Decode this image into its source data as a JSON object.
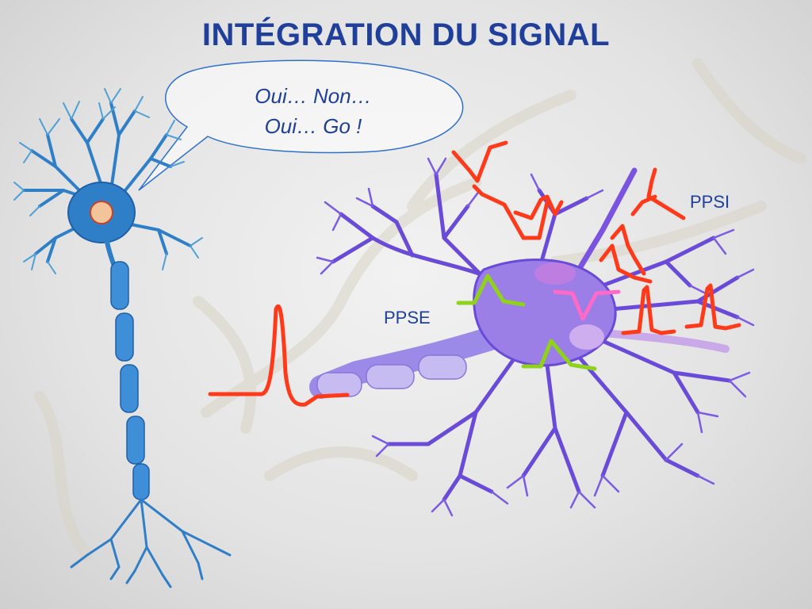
{
  "slide": {
    "title": "INTÉGRATION DU SIGNAL",
    "speech_bubble": {
      "line1": "Oui… Non…",
      "line2": "Oui… Go !"
    },
    "labels": {
      "ppsi": "PPSI",
      "ppse": "PPSE"
    }
  },
  "colors": {
    "title": "#1f3f9a",
    "left_neuron": "#2f7fc8",
    "right_neuron": "#6a4ad8",
    "action_potential": "#ff3a1a",
    "ppse_signal": "#8fd21c",
    "ppsi_signal": "#ff6ac8"
  }
}
